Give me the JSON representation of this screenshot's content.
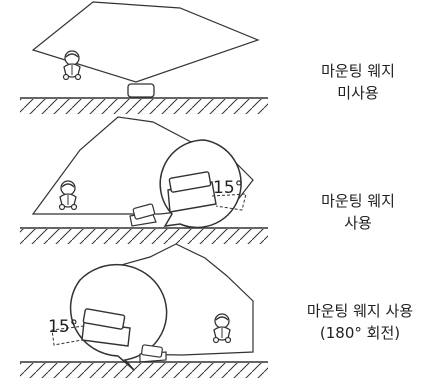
{
  "panels": [
    {
      "id": "no-wedge",
      "caption_lines": [
        "마운팅 웨지",
        "미사용"
      ]
    },
    {
      "id": "with-wedge",
      "caption_lines": [
        "마운팅 웨지",
        "사용"
      ],
      "angle_label": "15°"
    },
    {
      "id": "wedge-180",
      "caption_lines": [
        "마운팅 웨지 사용",
        "(180° 회전)"
      ],
      "angle_label": "15°"
    }
  ],
  "colors": {
    "stroke": "#333333",
    "fill": "#ffffff",
    "caption": "#222222"
  }
}
